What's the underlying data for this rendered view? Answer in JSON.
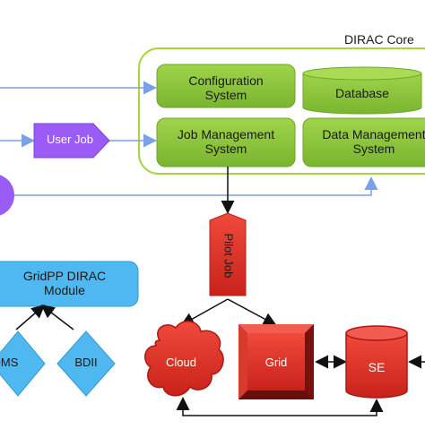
{
  "core": {
    "title": "DIRAC Core"
  },
  "boxes": {
    "configuration": {
      "line1": "Configuration",
      "line2": "System"
    },
    "database": {
      "label": "Database"
    },
    "job_management": {
      "line1": "Job Management",
      "line2": "System"
    },
    "data_management": {
      "line1": "Data Management",
      "line2": "System"
    }
  },
  "user_job": {
    "label": "User Job"
  },
  "pilot_job": {
    "label": "Pilot Job"
  },
  "gridpp": {
    "line1": "GridPP DIRAC",
    "line2": "Module"
  },
  "dms": {
    "label": "DMS"
  },
  "bdii": {
    "label": "BDII"
  },
  "cloud": {
    "label": "Cloud"
  },
  "grid": {
    "label": "Grid"
  },
  "se": {
    "label": "SE"
  },
  "colors": {
    "core_border": "#9acd32",
    "green_box": "#8cc63f",
    "purple": "#9b59f6",
    "blue_box": "#4fb8f0",
    "red": "#e8332b",
    "dark_red": "#b81f1f"
  }
}
